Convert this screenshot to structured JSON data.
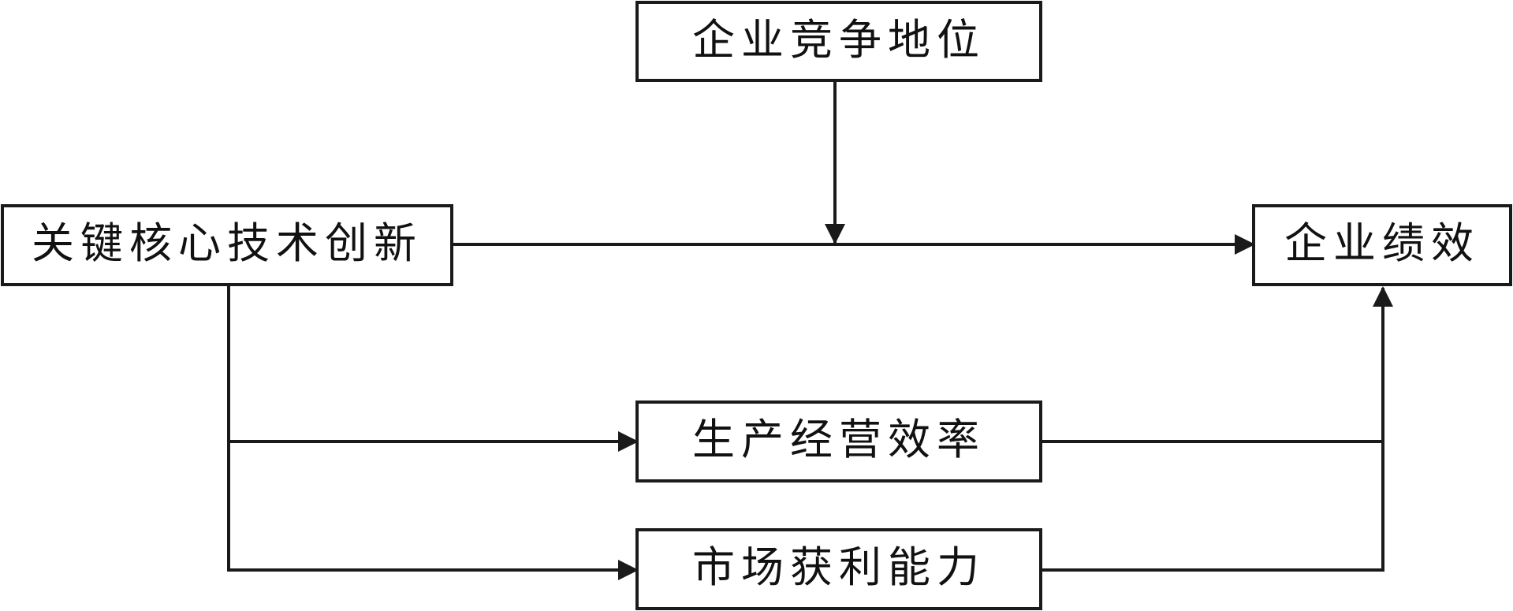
{
  "nodes": {
    "competitive_position": "企业竞争地位",
    "key_core_tech_innovation": "关键核心技术创新",
    "firm_performance": "企业绩效",
    "production_operating_efficiency": "生产经营效率",
    "market_profitability": "市场获利能力"
  },
  "colors": {
    "stroke": "#1a1a1a",
    "text": "#111111",
    "background": "#ffffff"
  }
}
